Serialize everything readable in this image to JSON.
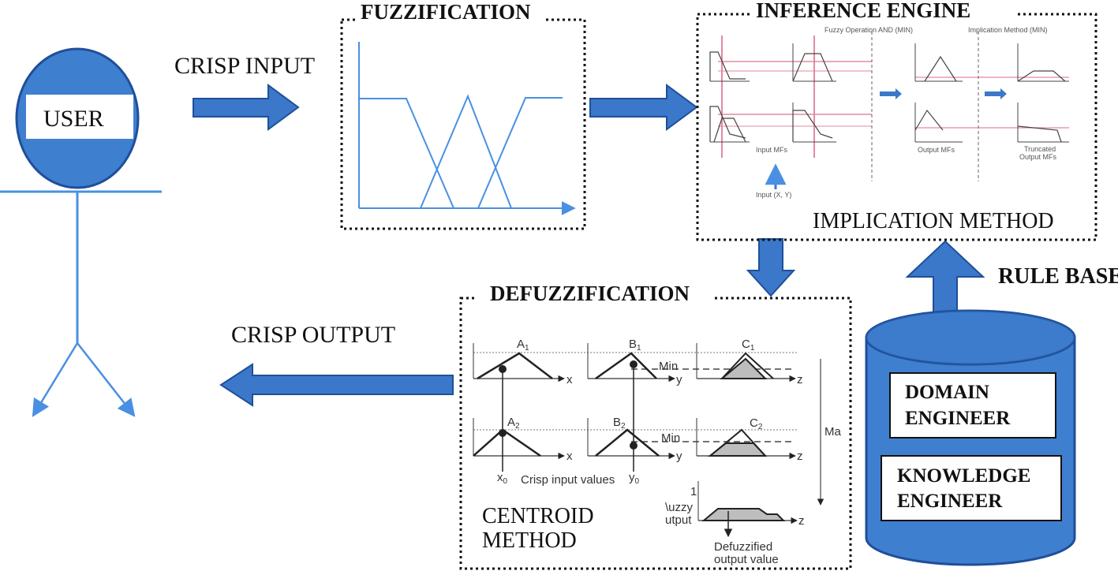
{
  "colors": {
    "accent": "#3f7fd0",
    "arrow_fill": "#3b78c9",
    "arrow_stroke": "#1f4f99",
    "line": "#4a90e2",
    "pink": "#e28aa0",
    "gray_fill": "#bdbdbd"
  },
  "user": {
    "label": "USER"
  },
  "labels": {
    "crisp_input": "CRISP INPUT",
    "crisp_output": "CRISP OUTPUT",
    "rule_base": "RULE BASE"
  },
  "fuzzification": {
    "title": "FUZZIFICATION"
  },
  "inference": {
    "title": "INFERENCE ENGINE",
    "method": "IMPLICATION METHOD",
    "tiny": {
      "op": "Fuzzy Operation AND (MIN)",
      "impl": "Implication Method (MIN)",
      "input_mfs": "Input MFs",
      "output_mfs": "Output MFs",
      "truncated_1": "Truncated",
      "truncated_2": "Output MFs",
      "input_xy": "Input (X, Y)"
    }
  },
  "defuzzification": {
    "title": "DEFUZZIFICATION",
    "method_line1": "CENTROID",
    "method_line2": "METHOD",
    "labels": {
      "a1": "A",
      "a1_sub": "1",
      "b1": "B",
      "b1_sub": "1",
      "c1": "C",
      "c1_sub": "1",
      "a2": "A",
      "a2_sub": "2",
      "b2": "B",
      "b2_sub": "2",
      "c2": "C",
      "c2_sub": "2",
      "min1": "Min",
      "min2": "Min",
      "max": "Ma",
      "x_axis": "x",
      "y_axis": "y",
      "z_axis": "z",
      "x0": "x",
      "x0_sub": "0",
      "y0": "y",
      "y0_sub": "0",
      "crisp_input_values": "Crisp input values",
      "one": "1",
      "fuzzy_1": "\\uzzy",
      "fuzzy_2": "utput",
      "defuzz_1": "Defuzzified",
      "defuzz_2": "output value"
    }
  },
  "rule_base": {
    "domain_line1": "DOMAIN",
    "domain_line2": "ENGINEER",
    "knowledge_line1": "KNOWLEDGE",
    "knowledge_line2": "ENGINEER"
  }
}
